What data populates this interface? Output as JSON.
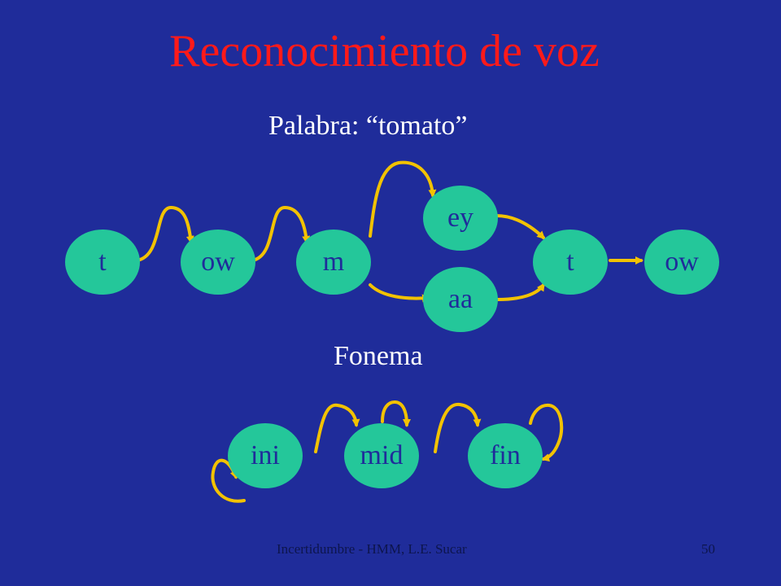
{
  "title": "Reconocimiento de voz",
  "word_label": "Palabra: “tomato”",
  "phoneme_label": "Fonema",
  "word_nodes": {
    "t1": "t",
    "ow1": "ow",
    "m": "m",
    "ey": "ey",
    "aa": "aa",
    "t2": "t",
    "ow2": "ow"
  },
  "phoneme_nodes": {
    "ini": "ini",
    "mid": "mid",
    "fin": "fin"
  },
  "footer": {
    "text": "Incertidumbre - HMM, L.E. Sucar",
    "page": "50"
  },
  "colors": {
    "background": "#1f2c9a",
    "title": "#ff1a1a",
    "node_fill": "#24c79a",
    "node_text": "#1f2c9a",
    "arrow": "#f2c200",
    "label_text": "#ffffff"
  }
}
